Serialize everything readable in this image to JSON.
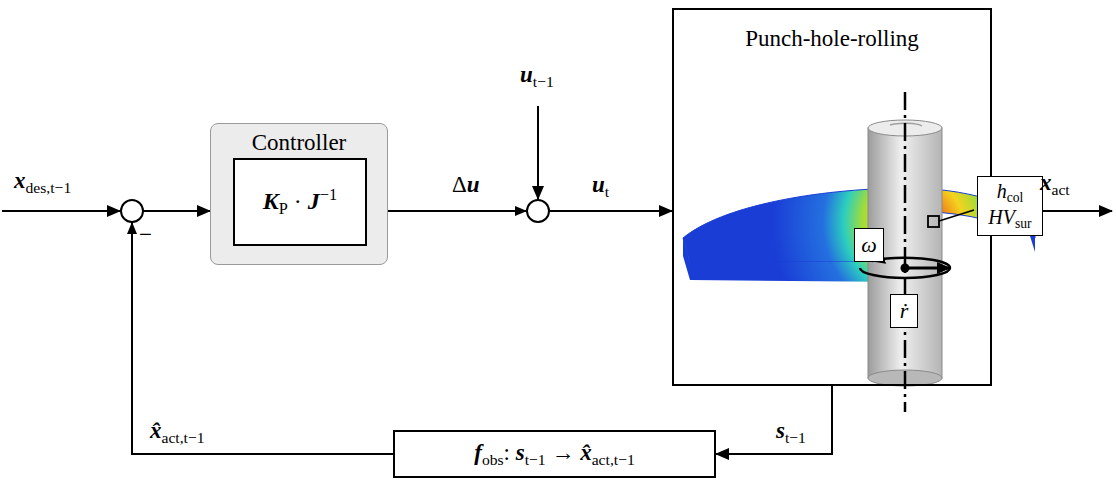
{
  "diagram": {
    "nodes": [
      {
        "text": [
          "Controller"
        ]
      },
      {
        "text": [
          "KP · J−1"
        ],
        "in": 0
      },
      {
        "text": [
          "Punch-hole-rolling"
        ]
      },
      {
        "text": [
          "ω"
        ],
        "in": 2
      },
      {
        "text": [
          "ṙ"
        ],
        "in": 2
      },
      {
        "text": [
          "hcol",
          "HVsur"
        ],
        "in": 2
      },
      {
        "text": [
          "fobs: st−1 → x̂act,t−1"
        ]
      }
    ],
    "edges": [
      {
        "from": 0,
        "to": 2,
        "arrow": "to"
      },
      {
        "from": 2,
        "to": 6,
        "arrow": "to"
      },
      {
        "from": 6,
        "to": 0,
        "arrow": "to"
      }
    ],
    "labels": [
      "xdes,t−1",
      "−",
      "Δu",
      "ut−1",
      "ut",
      "xact",
      "st−1",
      "x̂act,t−1"
    ]
  }
}
